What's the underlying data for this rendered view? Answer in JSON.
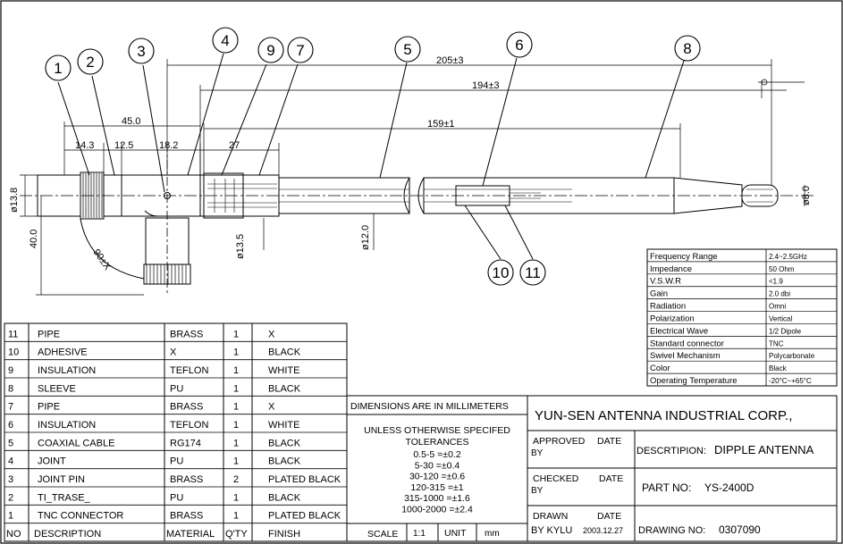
{
  "balloons": [
    "1",
    "2",
    "3",
    "4",
    "9",
    "7",
    "5",
    "6",
    "8",
    "10",
    "11"
  ],
  "dimensions": {
    "overall": "205±3",
    "mid": "194±3",
    "inner": "159±1",
    "d45": "45.0",
    "d143": "14.3",
    "d125": "12.5",
    "d182": "18.2",
    "d27": "27",
    "dia138": "ø13.8",
    "h40": "40.0",
    "dia135": "ø13.5",
    "dia120": "ø12.0",
    "dia80": "ø8.0",
    "angle": "90±X"
  },
  "spec_table": [
    {
      "label": "Frequency Range",
      "value": "2.4~2.5GHz"
    },
    {
      "label": "Impedance",
      "value": "50 Ohm"
    },
    {
      "label": "V.S.W.R",
      "value": "<1.9"
    },
    {
      "label": "Gain",
      "value": "2.0 dbi"
    },
    {
      "label": "Radiation",
      "value": "Omni"
    },
    {
      "label": "Polarization",
      "value": "Vertical"
    },
    {
      "label": "Electrical Wave",
      "value": "1/2 Dipole"
    },
    {
      "label": "Standard connector",
      "value": "TNC"
    },
    {
      "label": "Swivel Mechanism",
      "value": "Polycarbonate"
    },
    {
      "label": "Color",
      "value": "Black"
    },
    {
      "label": "Operating Temperature",
      "value": "-20°C~+65°C"
    }
  ],
  "bom": [
    {
      "no": "11",
      "desc": "PIPE",
      "material": "BRASS",
      "qty": "1",
      "finish": "X"
    },
    {
      "no": "10",
      "desc": "ADHESIVE",
      "material": "X",
      "qty": "1",
      "finish": "BLACK"
    },
    {
      "no": "9",
      "desc": "INSULATION",
      "material": "TEFLON",
      "qty": "1",
      "finish": "WHITE"
    },
    {
      "no": "8",
      "desc": "SLEEVE",
      "material": "PU",
      "qty": "1",
      "finish": "BLACK"
    },
    {
      "no": "7",
      "desc": "PIPE",
      "material": "BRASS",
      "qty": "1",
      "finish": "X"
    },
    {
      "no": "6",
      "desc": "INSULATION",
      "material": "TEFLON",
      "qty": "1",
      "finish": "WHITE"
    },
    {
      "no": "5",
      "desc": "COAXIAL CABLE",
      "material": "RG174",
      "qty": "1",
      "finish": "BLACK"
    },
    {
      "no": "4",
      "desc": "JOINT",
      "material": "PU",
      "qty": "1",
      "finish": "BLACK"
    },
    {
      "no": "3",
      "desc": "JOINT PIN",
      "material": "BRASS",
      "qty": "2",
      "finish": "PLATED BLACK"
    },
    {
      "no": "2",
      "desc": "TI_TRASE_",
      "material": "PU",
      "qty": "1",
      "finish": "BLACK"
    },
    {
      "no": "1",
      "desc": "TNC CONNECTOR",
      "material": "BRASS",
      "qty": "1",
      "finish": "PLATED BLACK"
    }
  ],
  "bom_header": {
    "no": "NO",
    "desc": "DESCRIPTION",
    "material": "MATERIAL",
    "qty": "Q'TY",
    "finish": "FINISH"
  },
  "title_block": {
    "dims_note": "DIMENSIONS ARE IN MILLIMETERS",
    "company": "YUN-SEN ANTENNA INDUSTRIAL CORP.,",
    "tol_title1": "UNLESS OTHERWISE SPECIFED",
    "tol_title2": "TOLERANCES",
    "tolerances": [
      "0.5-5 =±0.2",
      "5-30 =±0.4",
      "30-120 =±0.6",
      "120-315 =±1",
      "315-1000 =±1.6",
      "1000-2000 =±2.4"
    ],
    "approved": "APPROVED",
    "checked": "CHECKED",
    "drawn": "DRAWN",
    "date": "DATE",
    "by": "BY",
    "drawn_by": "BY KYLU",
    "drawn_date": "2003.12.27",
    "desc_label": "DESCRTIPION:",
    "desc_value": "DIPPLE ANTENNA",
    "part_label": "PART NO:",
    "part_value": "YS-2400D",
    "drawing_label": "DRAWING NO:",
    "drawing_value": "0307090",
    "scale_label": "SCALE",
    "scale_value": "1:1",
    "unit_label": "UNIT",
    "unit_value": "mm"
  }
}
